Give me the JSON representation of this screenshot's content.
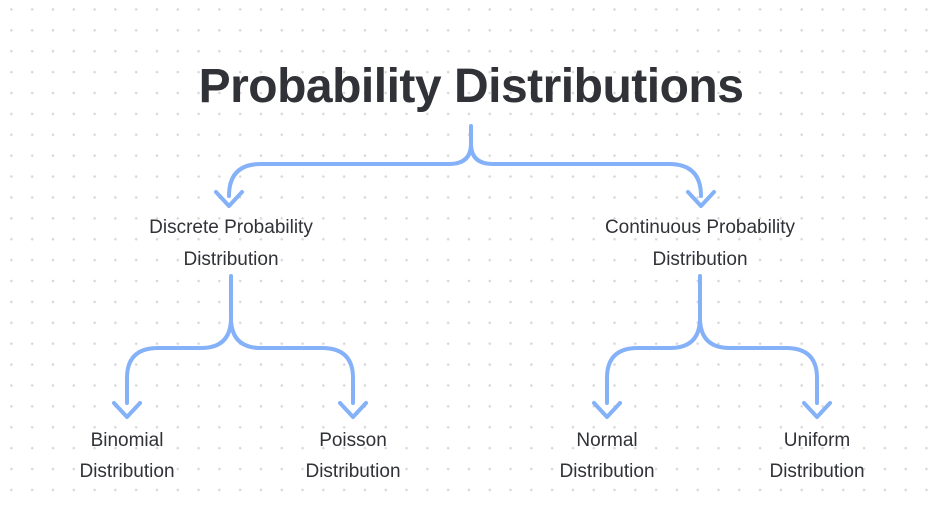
{
  "canvas": {
    "background_color": "#ffffff",
    "dot_grid_color": "#d8d8d8",
    "connector_color": "#84b1f8",
    "text_color": "#303237"
  },
  "diagram": {
    "title": "Probability Distributions",
    "nodes": {
      "discrete": {
        "lines": [
          "Discrete Probability",
          "Distribution"
        ]
      },
      "continuous": {
        "lines": [
          "Continuous Probability",
          "Distribution"
        ]
      },
      "binomial": {
        "lines": [
          "Binomial",
          "Distribution"
        ]
      },
      "poisson": {
        "lines": [
          "Poisson",
          "Distribution"
        ]
      },
      "normal": {
        "lines": [
          "Normal",
          "Distribution"
        ]
      },
      "uniform": {
        "lines": [
          "Uniform",
          "Distribution"
        ]
      }
    },
    "edges": [
      {
        "from": "root",
        "to": "discrete"
      },
      {
        "from": "root",
        "to": "continuous"
      },
      {
        "from": "discrete",
        "to": "binomial"
      },
      {
        "from": "discrete",
        "to": "poisson"
      },
      {
        "from": "continuous",
        "to": "normal"
      },
      {
        "from": "continuous",
        "to": "uniform"
      }
    ]
  }
}
